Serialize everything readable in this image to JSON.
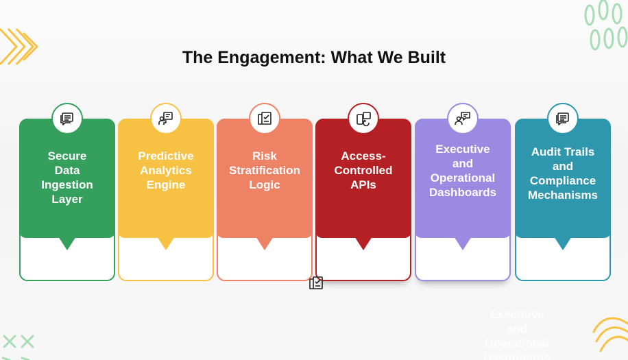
{
  "title": "The Engagement: What We Built",
  "cards": [
    {
      "label": "Secure Data Ingestion Layer",
      "lines": [
        "Secure",
        "Data",
        "Ingestion",
        "Layer"
      ],
      "color": "#35a05d",
      "icon": "chat-document-icon"
    },
    {
      "label": "Predictive Analytics Engine",
      "lines": [
        "Predictive",
        "Analytics",
        "Engine"
      ],
      "color": "#f7c244",
      "icon": "presenter-board-icon"
    },
    {
      "label": "Risk Stratification Logic",
      "lines": [
        "Risk",
        "Stratification",
        "Logic"
      ],
      "color": "#ee8265",
      "icon": "checklist-icon"
    },
    {
      "label": "Access-Controlled APIs",
      "lines": [
        "Access-",
        "Controlled",
        "APIs"
      ],
      "color": "#b42023",
      "icon": "device-sync-icon"
    },
    {
      "label": "Executive and Operational Dashboards",
      "lines": [
        "Executive",
        "and",
        "Operational",
        "Dashboards"
      ],
      "color": "#9b8ae2",
      "icon": "user-chat-icon"
    },
    {
      "label": "Audit Trails and Compliance Mechanisms",
      "lines": [
        "Audit Trails",
        "and",
        "Compliance",
        "Mechanisms"
      ],
      "color": "#2e96ad",
      "icon": "chat-document-icon"
    }
  ],
  "ghost_text": [
    "Executive",
    "and",
    "Operational",
    "Dashboards"
  ]
}
